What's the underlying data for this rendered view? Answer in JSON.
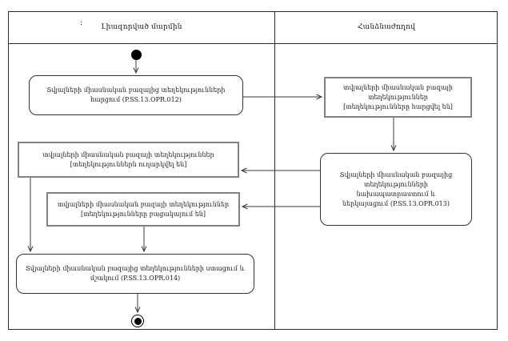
{
  "header": {
    "lane1_prefix": ":",
    "lane1_label": "Լիազորված մարմին",
    "lane2_label": "Հանձնաժողով"
  },
  "nodes": {
    "activity_request": {
      "text": "Տվյալների միասնական բազայից տեղեկությունների հարցում (P.SS.13.OPR.012)"
    },
    "object_requested": {
      "name": "տվյալների միասնական բազայի տեղեկություններ",
      "state": "[տեղեկությունները հարցվել են]"
    },
    "activity_prepare": {
      "text": "Տվյալների միասնական բազայից տեղեկությունների նախապատրաստում և ներկայացում (P.SS.13.OPR.013)"
    },
    "object_sent": {
      "name": "տվյալների միասնական բազայի տեղեկություններ",
      "state": "[տեղեկություններն ուղարկվել են]"
    },
    "object_missing": {
      "name": "տվյալների միասնական բազայի տեղեկություններ",
      "state": "[տեղեկությունները բացակայում են]"
    },
    "activity_receive": {
      "text": "Տվյալների միասնական բազայից տեղեկությունների ստացում և մշակում (P.SS.13.OPR.014)"
    }
  },
  "colors": {
    "background": "#ffffff",
    "frame_line": "#2a2a2a",
    "connector_line": "#3b3b3b",
    "activity_border": "#333333",
    "object_border": "#818181",
    "node_fill": "#000000"
  }
}
